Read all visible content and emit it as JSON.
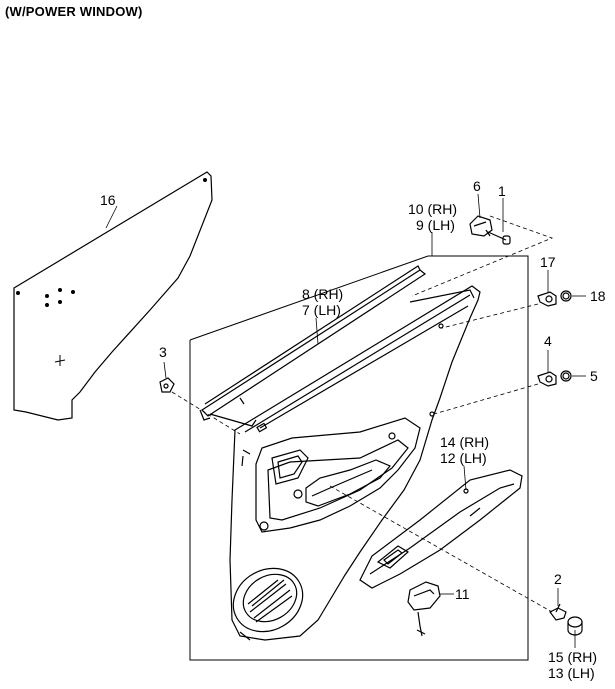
{
  "header": {
    "title": "(W/POWER WINDOW)"
  },
  "callouts": [
    {
      "id": "c1",
      "text": "1"
    },
    {
      "id": "c2",
      "text": "2"
    },
    {
      "id": "c3",
      "text": "3"
    },
    {
      "id": "c4",
      "text": "4"
    },
    {
      "id": "c5",
      "text": "5"
    },
    {
      "id": "c6",
      "text": "6"
    },
    {
      "id": "c7",
      "text": "7 (LH)"
    },
    {
      "id": "c8",
      "text": "8 (RH)"
    },
    {
      "id": "c9",
      "text": "9 (LH)"
    },
    {
      "id": "c10",
      "text": "10 (RH)"
    },
    {
      "id": "c11",
      "text": "11"
    },
    {
      "id": "c12",
      "text": "12 (LH)"
    },
    {
      "id": "c13",
      "text": "13 (LH)"
    },
    {
      "id": "c14",
      "text": "14 (RH)"
    },
    {
      "id": "c15",
      "text": "15 (RH)"
    },
    {
      "id": "c16",
      "text": "16"
    },
    {
      "id": "c17",
      "text": "17"
    },
    {
      "id": "c18",
      "text": "18"
    }
  ]
}
